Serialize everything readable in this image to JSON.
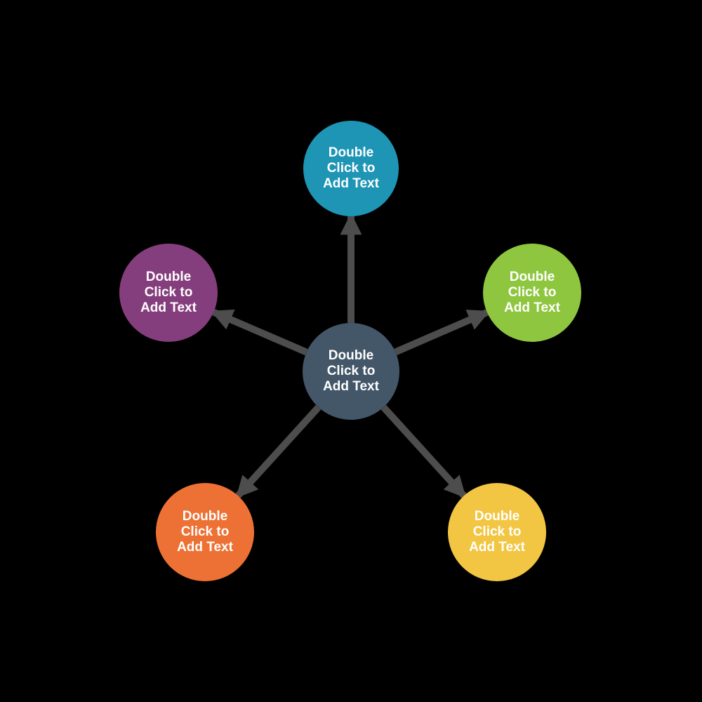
{
  "diagram": {
    "type": "radial-spider-diagram",
    "background_color": "#000000",
    "text_color": "#ffffff",
    "connector": {
      "color": "#4d4d4d",
      "style": "straight-arrow-outward"
    },
    "nodes": {
      "center": {
        "label": "Double\nClick to\nAdd Text",
        "color": "#435769",
        "role": "hub"
      },
      "top": {
        "label": "Double\nClick to\nAdd Text",
        "color": "#1e95b5",
        "role": "spoke"
      },
      "left": {
        "label": "Double\nClick to\nAdd Text",
        "color": "#853e7d",
        "role": "spoke"
      },
      "right": {
        "label": "Double\nClick to\nAdd Text",
        "color": "#8ec63f",
        "role": "spoke"
      },
      "bottomLeft": {
        "label": "Double\nClick to\nAdd Text",
        "color": "#ed7134",
        "role": "spoke"
      },
      "bottomRight": {
        "label": "Double\nClick to\nAdd Text",
        "color": "#f2c642",
        "role": "spoke"
      }
    },
    "edges": [
      {
        "from": "center",
        "to": "top",
        "arrowhead": "at-target"
      },
      {
        "from": "center",
        "to": "left",
        "arrowhead": "at-target"
      },
      {
        "from": "center",
        "to": "right",
        "arrowhead": "at-target"
      },
      {
        "from": "center",
        "to": "bottomLeft",
        "arrowhead": "at-target"
      },
      {
        "from": "center",
        "to": "bottomRight",
        "arrowhead": "at-target"
      }
    ]
  }
}
